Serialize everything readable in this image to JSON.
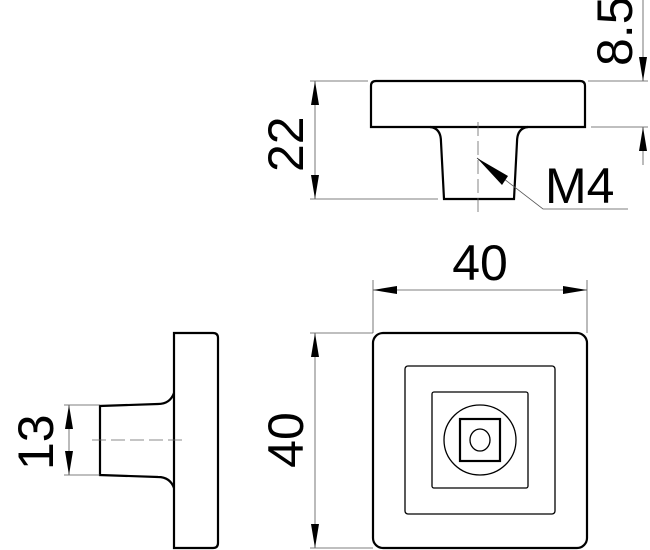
{
  "dimensions": {
    "height": "22",
    "cap_thickness": "8.5",
    "thread": "M4",
    "width": "40",
    "depth": "40",
    "stem_diameter": "13"
  },
  "colors": {
    "line": "#000000",
    "dimension_line": "#555555"
  }
}
